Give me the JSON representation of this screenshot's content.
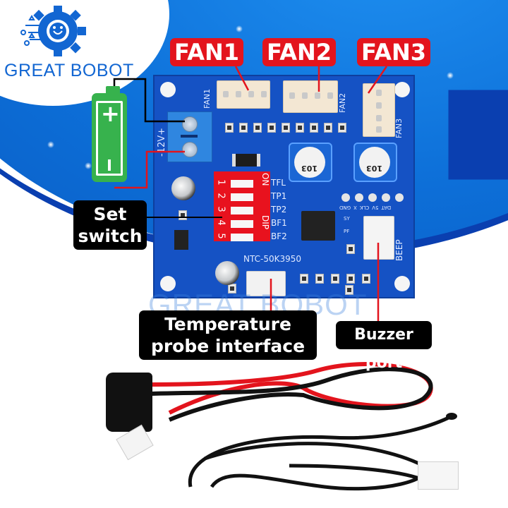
{
  "brand": {
    "name": "GREAT BOBOT",
    "logo_icon": "gear-robot-icon",
    "watermark": "GREAT BOBOT",
    "color": "#1266d2"
  },
  "labels": {
    "fan1": "FAN1",
    "fan2": "FAN2",
    "fan3": "FAN3",
    "set_switch_line1": "Set",
    "set_switch_line2": "switch",
    "temp_probe_line1": "Temperature",
    "temp_probe_line2": "probe interface",
    "buzzer_port": "Buzzer port"
  },
  "battery": {
    "plus": "+",
    "minus": "−",
    "icon": "battery-icon",
    "color": "#37b24d"
  },
  "pcb": {
    "silkscreen": {
      "fan1": "FAN1",
      "fan2": "FAN2",
      "fan3": "FAN3",
      "power": "-12V+",
      "dip_on": "ON",
      "dip_label": "DIP",
      "dip_numbers": [
        "1",
        "2",
        "3",
        "4",
        "5"
      ],
      "dip_functions": [
        "TFL",
        "TP1",
        "TP2",
        "BF1",
        "BF2"
      ],
      "ntc": "NTC-50K3950",
      "pot1": "103",
      "pot2": "103",
      "header_pins": [
        "GND",
        "X",
        "CLK",
        "5V",
        "DAT"
      ],
      "sy": "SY",
      "pf": "PF",
      "beep": "BEEP"
    }
  },
  "colors": {
    "background_blue": "#0d6fd8",
    "pcb_blue": "#1552c4",
    "label_red": "#e3141d",
    "label_black": "#000000",
    "dip_red": "#e8121e"
  }
}
